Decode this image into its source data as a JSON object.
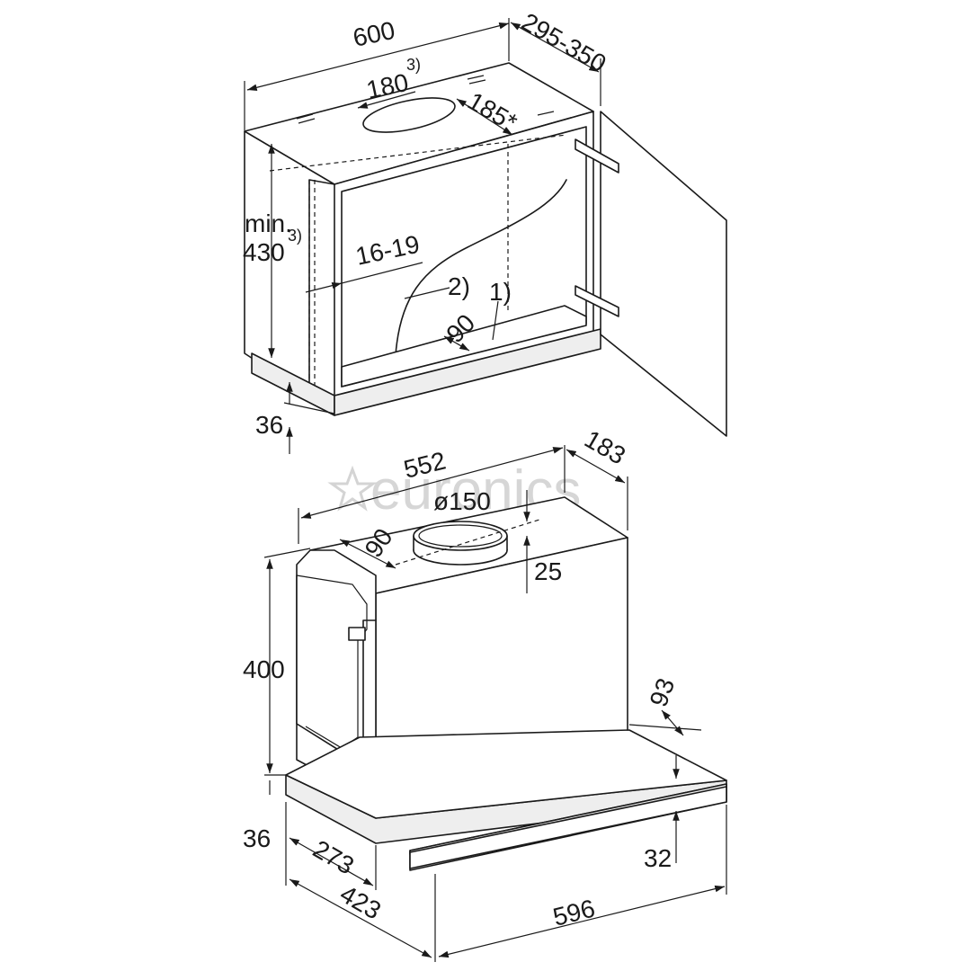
{
  "watermark": "euronics",
  "cabinet": {
    "dim_width": "600",
    "dim_depth": "295-350",
    "dim_cutout": "180",
    "dim_cutout_note": "3)",
    "dim_offset": "185*",
    "dim_height_prefix": "min.",
    "dim_height": "430",
    "dim_height_note": "3)",
    "dim_side": "16-19",
    "callout_2": "2)",
    "callout_1": "1)",
    "dim_back": "90",
    "dim_bottom": "36"
  },
  "hood": {
    "dim_width": "552",
    "dim_depth": "183",
    "dim_duct": "ø150",
    "dim_duct_offset": "90",
    "dim_duct_height": "25",
    "dim_height": "400",
    "dim_visor_depth": "93",
    "dim_bottom": "36",
    "dim_depth_front": "273",
    "dim_front_height": "32",
    "dim_total_depth": "423",
    "dim_front_width": "596"
  }
}
